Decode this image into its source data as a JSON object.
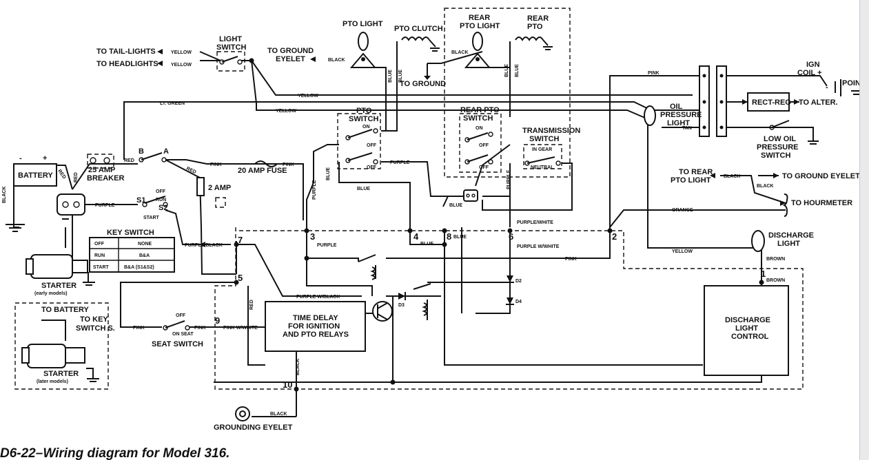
{
  "caption": "D6-22–Wiring diagram for Model 316.",
  "components": {
    "battery": "BATTERY",
    "breaker_25": "25 AMP",
    "breaker_label": "BREAKER",
    "fuse_20": "20 AMP FUSE",
    "fuse_2": "2 AMP",
    "light_switch_1": "LIGHT",
    "light_switch_2": "SWITCH",
    "pto_light": "PTO LIGHT",
    "pto_clutch": "PTO CLUTCH",
    "rear_pto_light_1": "REAR",
    "rear_pto_light_2": "PTO LIGHT",
    "rear_pto_1": "REAR",
    "rear_pto_2": "PTO",
    "to_ground": "TO GROUND",
    "pto_switch_1": "PTO",
    "pto_switch_2": "SWITCH",
    "rear_pto_switch_1": "REAR PTO",
    "rear_pto_switch_2": "SWITCH",
    "trans_switch_1": "TRANSMISSION",
    "trans_switch_2": "SWITCH",
    "in_gear": "IN GEAR",
    "neutral": "NEUTRAL",
    "oil_light_1": "OIL",
    "oil_light_2": "PRESSURE",
    "oil_light_3": "LIGHT",
    "rect_reg": "RECT-REG",
    "to_alter": "TO ALTER.",
    "ign_coil_1": "IGN",
    "ign_coil_2": "COIL +",
    "points": "POINTS",
    "low_oil_1": "LOW OIL",
    "low_oil_2": "PRESSURE",
    "low_oil_3": "SWITCH",
    "to_rear_pto_light_1": "TO REAR",
    "to_rear_pto_light_2": "PTO LIGHT",
    "to_ground_eyelet": "TO GROUND EYELET",
    "to_hourmeter": "TO HOURMETER",
    "to_tail": "TO TAIL-LIGHTS",
    "to_head": "TO HEADLIGHTS",
    "to_ground_eyelet_1": "TO GROUND",
    "to_ground_eyelet_2": "EYELET",
    "discharge_light_1": "DISCHARGE",
    "discharge_light_2": "LIGHT",
    "discharge_control_1": "DISCHARGE",
    "discharge_control_2": "LIGHT",
    "discharge_control_3": "CONTROL",
    "time_delay_1": "TIME DELAY",
    "time_delay_2": "FOR IGNITION",
    "time_delay_3": "AND PTO RELAYS",
    "seat_switch": "SEAT SWITCH",
    "starter_early_1": "STARTER",
    "starter_early_2": "(early models)",
    "starter_later_1": "STARTER",
    "starter_later_2": "(later models)",
    "to_battery": "TO BATTERY",
    "to_key_1": "TO KEY",
    "to_key_2": "SWITCH S.",
    "grounding_eyelet": "GROUNDING EYELET"
  },
  "switch_terms": {
    "b": "B",
    "a": "A",
    "s1": "S1",
    "s2": "S2",
    "off": "OFF",
    "run": "RUN",
    "start": "START",
    "on": "ON",
    "on_seat": "ON SEAT"
  },
  "key_switch_table": {
    "title": "KEY SWITCH",
    "rows": [
      [
        "OFF",
        "NONE"
      ],
      [
        "RUN",
        "B&A"
      ],
      [
        "START",
        "B&A (S1&S2)"
      ]
    ]
  },
  "wires": {
    "yellow": "YELLOW",
    "black": "BLACK",
    "blue": "BLUE",
    "lt_green": "LT. GREEN",
    "pink": "PINK",
    "red": "RED",
    "purple": "PURPLE",
    "purple_black": "PURPLE/BLACK",
    "purple_white": "PURPLE/WHITE",
    "purple_w_white": "PURPLE W/WHITE",
    "purple_w_black": "PURPLE W/BLACK",
    "pink_w_white": "PINK W/WHITE",
    "orange": "ORANGE",
    "tan": "TAN",
    "brown": "BROWN"
  },
  "terminals": [
    "1",
    "2",
    "3",
    "4",
    "5",
    "6",
    "7",
    "8",
    "9",
    "10"
  ],
  "diodes": [
    "D2",
    "D3",
    "D4"
  ]
}
